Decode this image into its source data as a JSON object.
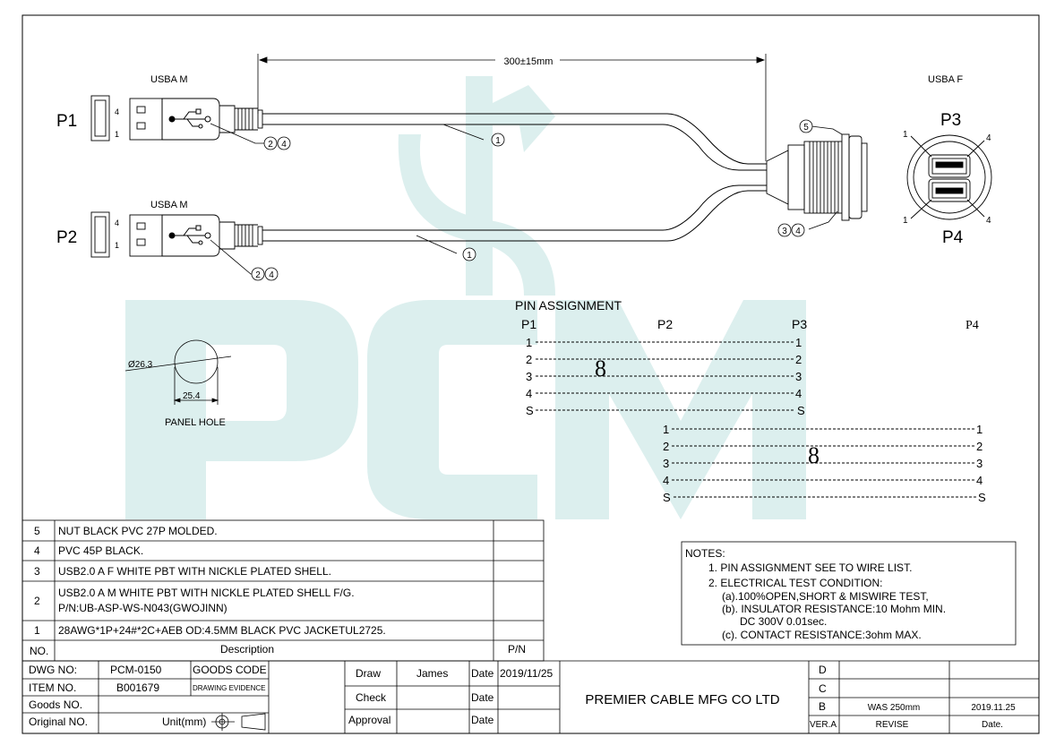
{
  "dimension": "300±15mm",
  "connectors": {
    "usba_m_label": "USBA M",
    "usba_f_label": "USBA F",
    "p1": "P1",
    "p2": "P2",
    "p3": "P3",
    "p4": "P4",
    "pin_hi": "4",
    "pin_lo": "1"
  },
  "callouts": {
    "c1": "1",
    "c2": "2",
    "c3": "3",
    "c4": "4",
    "c5": "5"
  },
  "panel": {
    "diameter": "Ø26.3",
    "width": "25.4",
    "label": "PANEL HOLE"
  },
  "pin_assignment": {
    "title": "PIN ASSIGNMENT",
    "headers": [
      "P1",
      "P2",
      "P3",
      "P4"
    ],
    "pins": [
      "1",
      "2",
      "3",
      "4",
      "S"
    ],
    "twist_symbol": "8"
  },
  "bom": {
    "rows": [
      {
        "no": "5",
        "desc": "NUT BLACK PVC 27P MOLDED."
      },
      {
        "no": "4",
        "desc": "PVC 45P  BLACK."
      },
      {
        "no": "3",
        "desc": "USB2.0 A F WHITE PBT WITH NICKLE PLATED SHELL."
      },
      {
        "no": "2",
        "desc": "USB2.0 A M WHITE PBT WITH NICKLE PLATED SHELL F/G.",
        "desc2": "P/N:UB-ASP-WS-N043(GWOJINN)"
      },
      {
        "no": "1",
        "desc": "28AWG*1P+24#*2C+AEB OD:4.5MM BLACK  PVC JACKETUL2725."
      }
    ],
    "header_no": "NO.",
    "header_desc": "Description",
    "header_pn": "P/N"
  },
  "notes": {
    "title": "NOTES:",
    "lines": [
      "1. PIN ASSIGNMENT SEE TO WIRE LIST.",
      "2. ELECTRICAL TEST CONDITION:",
      "(a).100%OPEN,SHORT & MISWIRE TEST,",
      "(b). INSULATOR RESISTANCE:10 Mohm MIN.",
      "DC 300V 0.01sec.",
      "(c). CONTACT RESISTANCE:3ohm MAX."
    ]
  },
  "title_block": {
    "dwg_no_label": "DWG NO:",
    "dwg_no": "PCM-0150",
    "goods_code": "GOODS CODE",
    "item_no_label": "ITEM NO.",
    "item_no": "B001679",
    "drawing_evidence": "DRAWING EVIDENCE",
    "goods_no": "Goods NO.",
    "original_no": "Original NO.",
    "unit": "Unit(mm)",
    "draw": "Draw",
    "drawer": "James",
    "date": "Date",
    "draw_date": "2019/11/25",
    "check": "Check",
    "approval": "Approval",
    "company": "PREMIER CABLE MFG CO LTD",
    "rev_d": "D",
    "rev_c": "C",
    "rev_b": "B",
    "rev_b_desc": "WAS 250mm",
    "rev_b_date": "2019.11.25",
    "ver": "VER.A",
    "revise": "REVISE",
    "date_col": "Date."
  },
  "watermark": "PCM",
  "colors": {
    "watermark": "#dcefee",
    "line": "#000000"
  }
}
